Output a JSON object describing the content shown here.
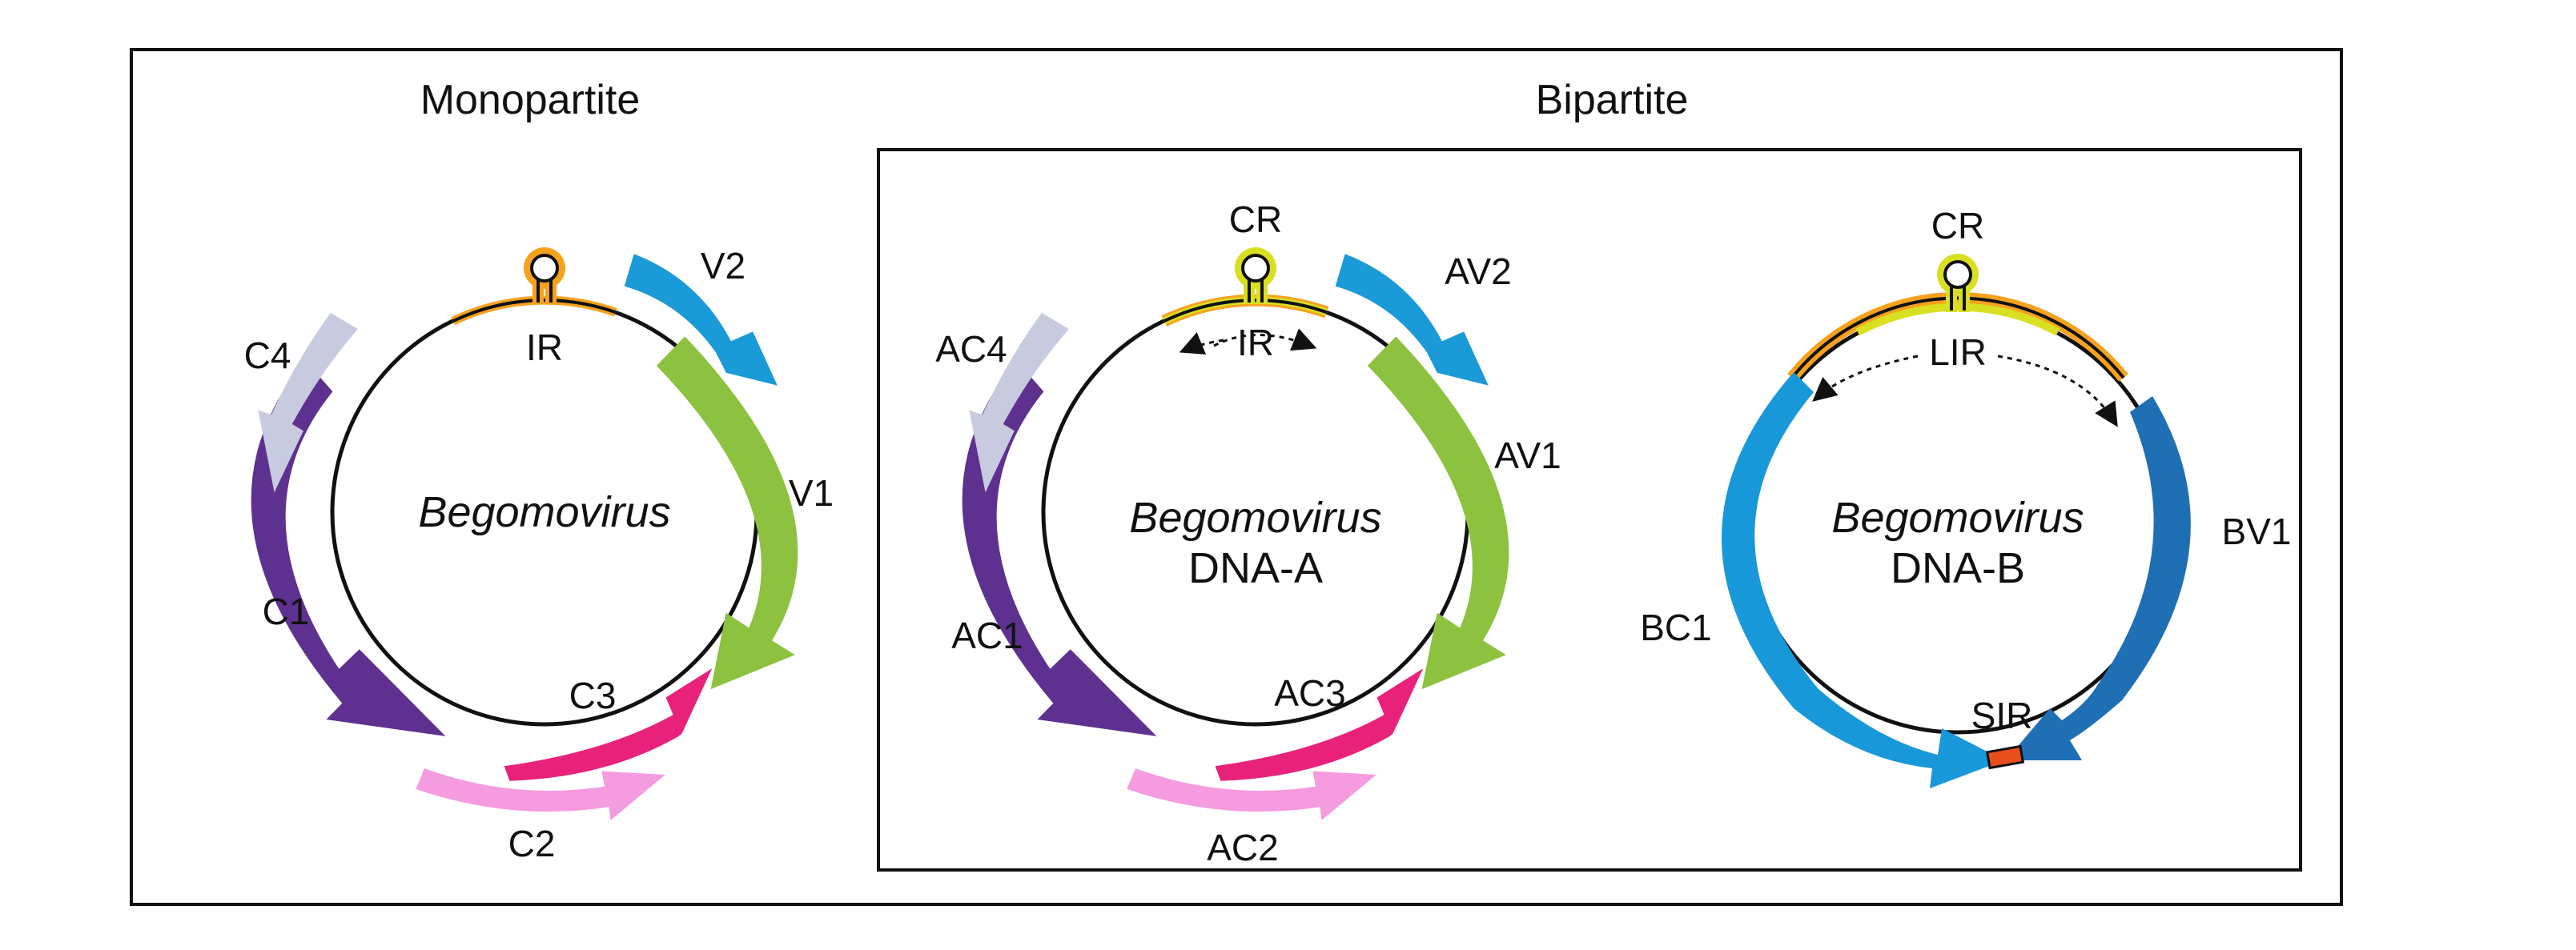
{
  "panels": {
    "monopartite": {
      "title": "Monopartite",
      "virus_name": "Begomovirus",
      "region_label": "IR",
      "genes": {
        "V2": "V2",
        "V1": "V1",
        "C1": "C1",
        "C2": "C2",
        "C3": "C3",
        "C4": "C4"
      }
    },
    "bipartite": {
      "title": "Bipartite",
      "dna_a": {
        "virus_name": "Begomovirus",
        "component": "DNA-A",
        "cr_label": "CR",
        "region_label": "IR",
        "genes": {
          "AV2": "AV2",
          "AV1": "AV1",
          "AC1": "AC1",
          "AC2": "AC2",
          "AC3": "AC3",
          "AC4": "AC4"
        }
      },
      "dna_b": {
        "virus_name": "Begomovirus",
        "component": "DNA-B",
        "cr_label": "CR",
        "lir_label": "LIR",
        "sir_label": "SIR",
        "genes": {
          "BV1": "BV1",
          "BC1": "BC1"
        }
      }
    }
  },
  "colors": {
    "rep": "#5e3190",
    "cp": "#8cc23f",
    "v2": "#1a9ad6",
    "c2": "#f59be0",
    "c3": "#e8227a",
    "c4": "#c8cbe0",
    "ir_orange": "#f6a21e",
    "cr_yellow": "#d9e021",
    "nsp": "#1f6fb5",
    "mp": "#1898d8",
    "sir": "#e84e1b",
    "backbone": "#111111"
  }
}
